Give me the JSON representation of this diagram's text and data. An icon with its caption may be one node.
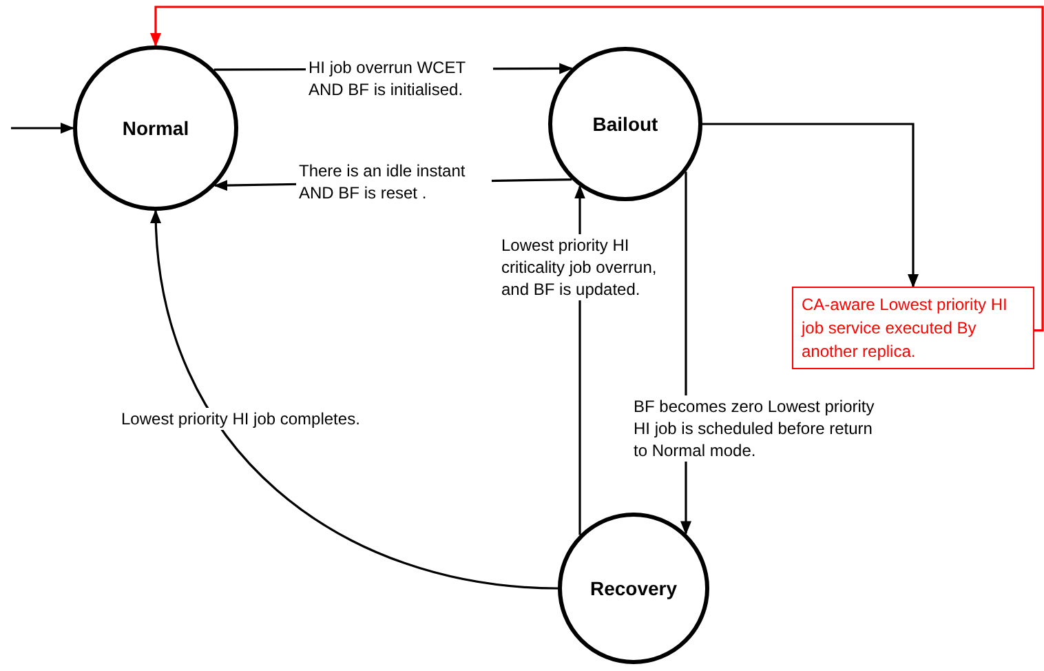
{
  "diagram": {
    "nodes": [
      {
        "text": [
          "Normal"
        ]
      },
      {
        "text": [
          "Bailout"
        ]
      },
      {
        "text": [
          "Recovery"
        ]
      },
      {
        "text": [
          "CA-aware Lowest priority HI job service executed By another replica."
        ]
      }
    ],
    "edges": [
      {
        "from": 0,
        "to": 1,
        "arrow": "to",
        "label": "HI job overrun WCET AND BF is initialised."
      },
      {
        "from": 1,
        "to": 0,
        "arrow": "to",
        "label": "There is an idle instant AND BF is reset ."
      },
      {
        "from": null,
        "to": 0,
        "arrow": "to"
      },
      {
        "from": 1,
        "to": 3,
        "arrow": "to"
      },
      {
        "from": 3,
        "to": 0,
        "arrow": "to",
        "color": "#ff0000"
      },
      {
        "from": 2,
        "to": 1,
        "arrow": "to",
        "label": "Lowest priority HI criticality job overrun, and BF is updated."
      },
      {
        "from": 1,
        "to": 2,
        "arrow": "to",
        "label": "BF becomes zero Lowest priority HI job is scheduled before return to Normal mode."
      },
      {
        "from": 2,
        "to": 0,
        "arrow": "to",
        "label": "Lowest priority HI job completes."
      }
    ]
  }
}
